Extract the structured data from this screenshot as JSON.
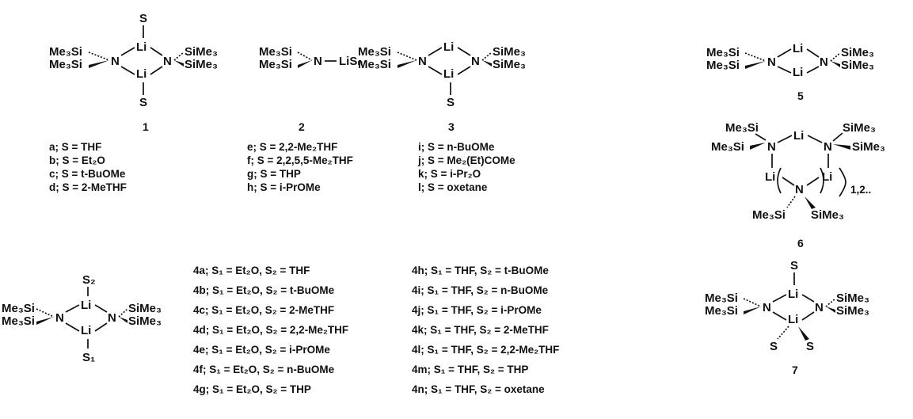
{
  "structures": {
    "s1": {
      "number": "1",
      "labels": [
        "a; S = THF",
        "b; S = Et₂O",
        "c; S = t-BuOMe",
        "d; S = 2-MeTHF"
      ]
    },
    "s2": {
      "number": "2",
      "labels": [
        "e; S = 2,2-Me₂THF",
        "f; S = 2,2,5,5-Me₂THF",
        "g; S = THP",
        "h; S = i-PrOMe"
      ]
    },
    "s3": {
      "number": "3",
      "labels": [
        "i; S = n-BuOMe",
        "j; S = Me₂(Et)COMe",
        "k; S = i-Pr₂O",
        "l; S = oxetane"
      ]
    },
    "s5": {
      "number": "5"
    },
    "s6": {
      "number": "6",
      "repeat": "1,2.."
    },
    "s7": {
      "number": "7"
    },
    "s4": {
      "labels_left": [
        "4a; S₁ = Et₂O, S₂ = THF",
        "4b; S₁ = Et₂O, S₂ = t-BuOMe",
        "4c; S₁ = Et₂O, S₂ = 2-MeTHF",
        "4d; S₁ = Et₂O, S₂ = 2,2-Me₂THF",
        "4e; S₁ = Et₂O, S₂ = i-PrOMe",
        "4f; S₁ = Et₂O, S₂ = n-BuOMe",
        "4g; S₁ = Et₂O, S₂ = THP"
      ],
      "labels_right": [
        "4h; S₁ = THF, S₂ = t-BuOMe",
        "4i; S₁ = THF, S₂ = n-BuOMe",
        "4j; S₁ = THF, S₂ = i-PrOMe",
        "4k; S₁ = THF, S₂ = 2-MeTHF",
        "4l; S₁ = THF, S₂ = 2,2-Me₂THF",
        "4m; S₁ = THF, S₂ = THP",
        "4n; S₁ = THF, S₂ = oxetane"
      ]
    }
  },
  "atoms": {
    "li": "Li",
    "n": "N",
    "s": "S",
    "s1": "S₁",
    "s2": "S₂",
    "me3si": "Me₃Si",
    "sime3": "SiMe₃",
    "lisn": "LiSₙ"
  }
}
